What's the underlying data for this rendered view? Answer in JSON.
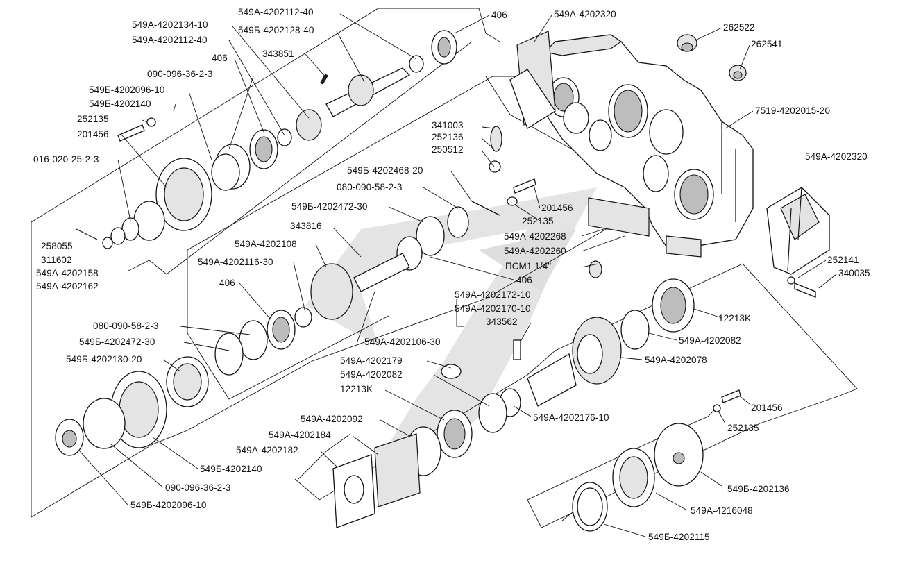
{
  "labels": {
    "t01": "549A-4202112-40",
    "t02": "406",
    "t03": "549A-4202320",
    "t04": "549A-4202134-10",
    "t05": "549Б-4202128-40",
    "t06": "549A-4202112-40",
    "t07": "343851",
    "t08": "406",
    "t09": "090-096-36-2-3",
    "t10": "549Б-4202096-10",
    "t11": "549Б-4202140",
    "t12": "252135",
    "t13": "201456",
    "t14": "016-020-25-2-3",
    "t15": "262522",
    "t16": "262541",
    "t17": "7519-4202015-20",
    "t18": "341003",
    "t19": "252136",
    "t20": "250512",
    "t21": "549Б-4202468-20",
    "t22": "080-090-58-2-3",
    "t23": "549Б-4202472-30",
    "t24": "201456",
    "t25": "252135",
    "t26": "343816",
    "t27": "549A-4202268",
    "t28": "549A-4202108",
    "t29": "549A-4202260",
    "t30": "549A-4202116-30",
    "t31": "ПСМ1 1/4\"",
    "t32": "406",
    "t33": "406",
    "t34": "258055",
    "t35": "311602",
    "t36": "549A-4202158",
    "t37": "549A-4202162",
    "t38": "549A-4202320",
    "t39": "252141",
    "t40": "340035",
    "t41": "549A-4202172-10",
    "t42": "549A-4202170-10",
    "t43": "343562",
    "t44": "12213K",
    "t45": "080-090-58-2-3",
    "t46": "549Б-4202472-30",
    "t47": "549A-4202106-30",
    "t48": "549A-4202082",
    "t49": "549Б-4202130-20",
    "t50": "549A-4202179",
    "t51": "549A-4202078",
    "t52": "549A-4202082",
    "t53": "12213K",
    "t54": "201456",
    "t55": "549A-4202176-10",
    "t56": "252135",
    "t57": "549A-4202092",
    "t58": "549A-4202184",
    "t59": "549A-4202182",
    "t60": "549Б-4202140",
    "t61": "549Б-4202136",
    "t62": "090-096-36-2-3",
    "t63": "549A-4216048",
    "t64": "549Б-4202096-10",
    "t65": "549Б-4202115"
  }
}
